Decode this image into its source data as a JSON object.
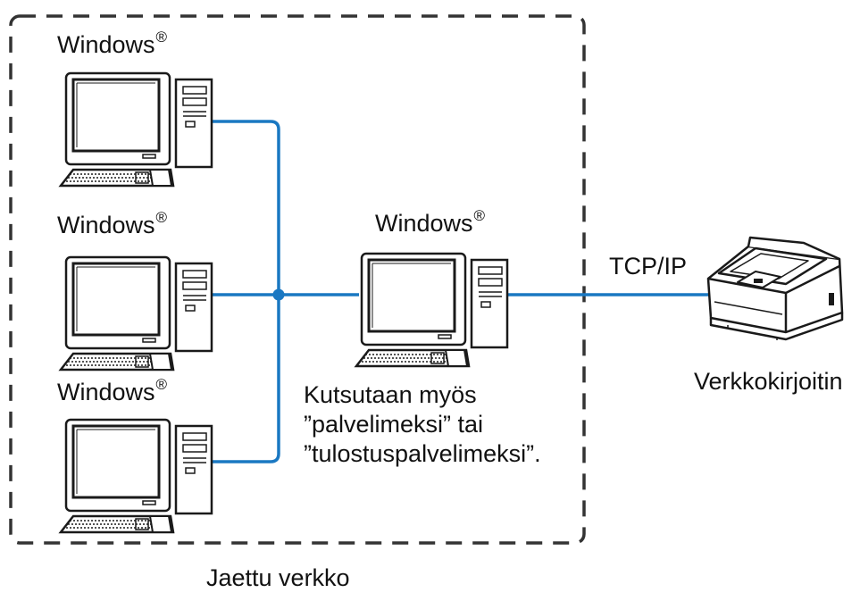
{
  "colors": {
    "network_line": "#1a78c2",
    "border": "#333333",
    "outline": "#1a1a1a"
  },
  "icons": {
    "client_computer": "desktop-computer-icon",
    "server_computer": "desktop-computer-icon",
    "printer": "network-printer-icon"
  },
  "clients": [
    {
      "os": "Windows",
      "mark": "®"
    },
    {
      "os": "Windows",
      "mark": "®"
    },
    {
      "os": "Windows",
      "mark": "®"
    }
  ],
  "server": {
    "os": "Windows",
    "mark": "®",
    "note_lines": [
      "Kutsutaan myös",
      "”palvelimeksi” tai",
      "”tulostuspalvelimeksi”."
    ]
  },
  "connection": {
    "protocol": "TCP/IP"
  },
  "printer": {
    "label": "Verkkokirjoitin"
  },
  "network": {
    "label": "Jaettu verkko"
  }
}
